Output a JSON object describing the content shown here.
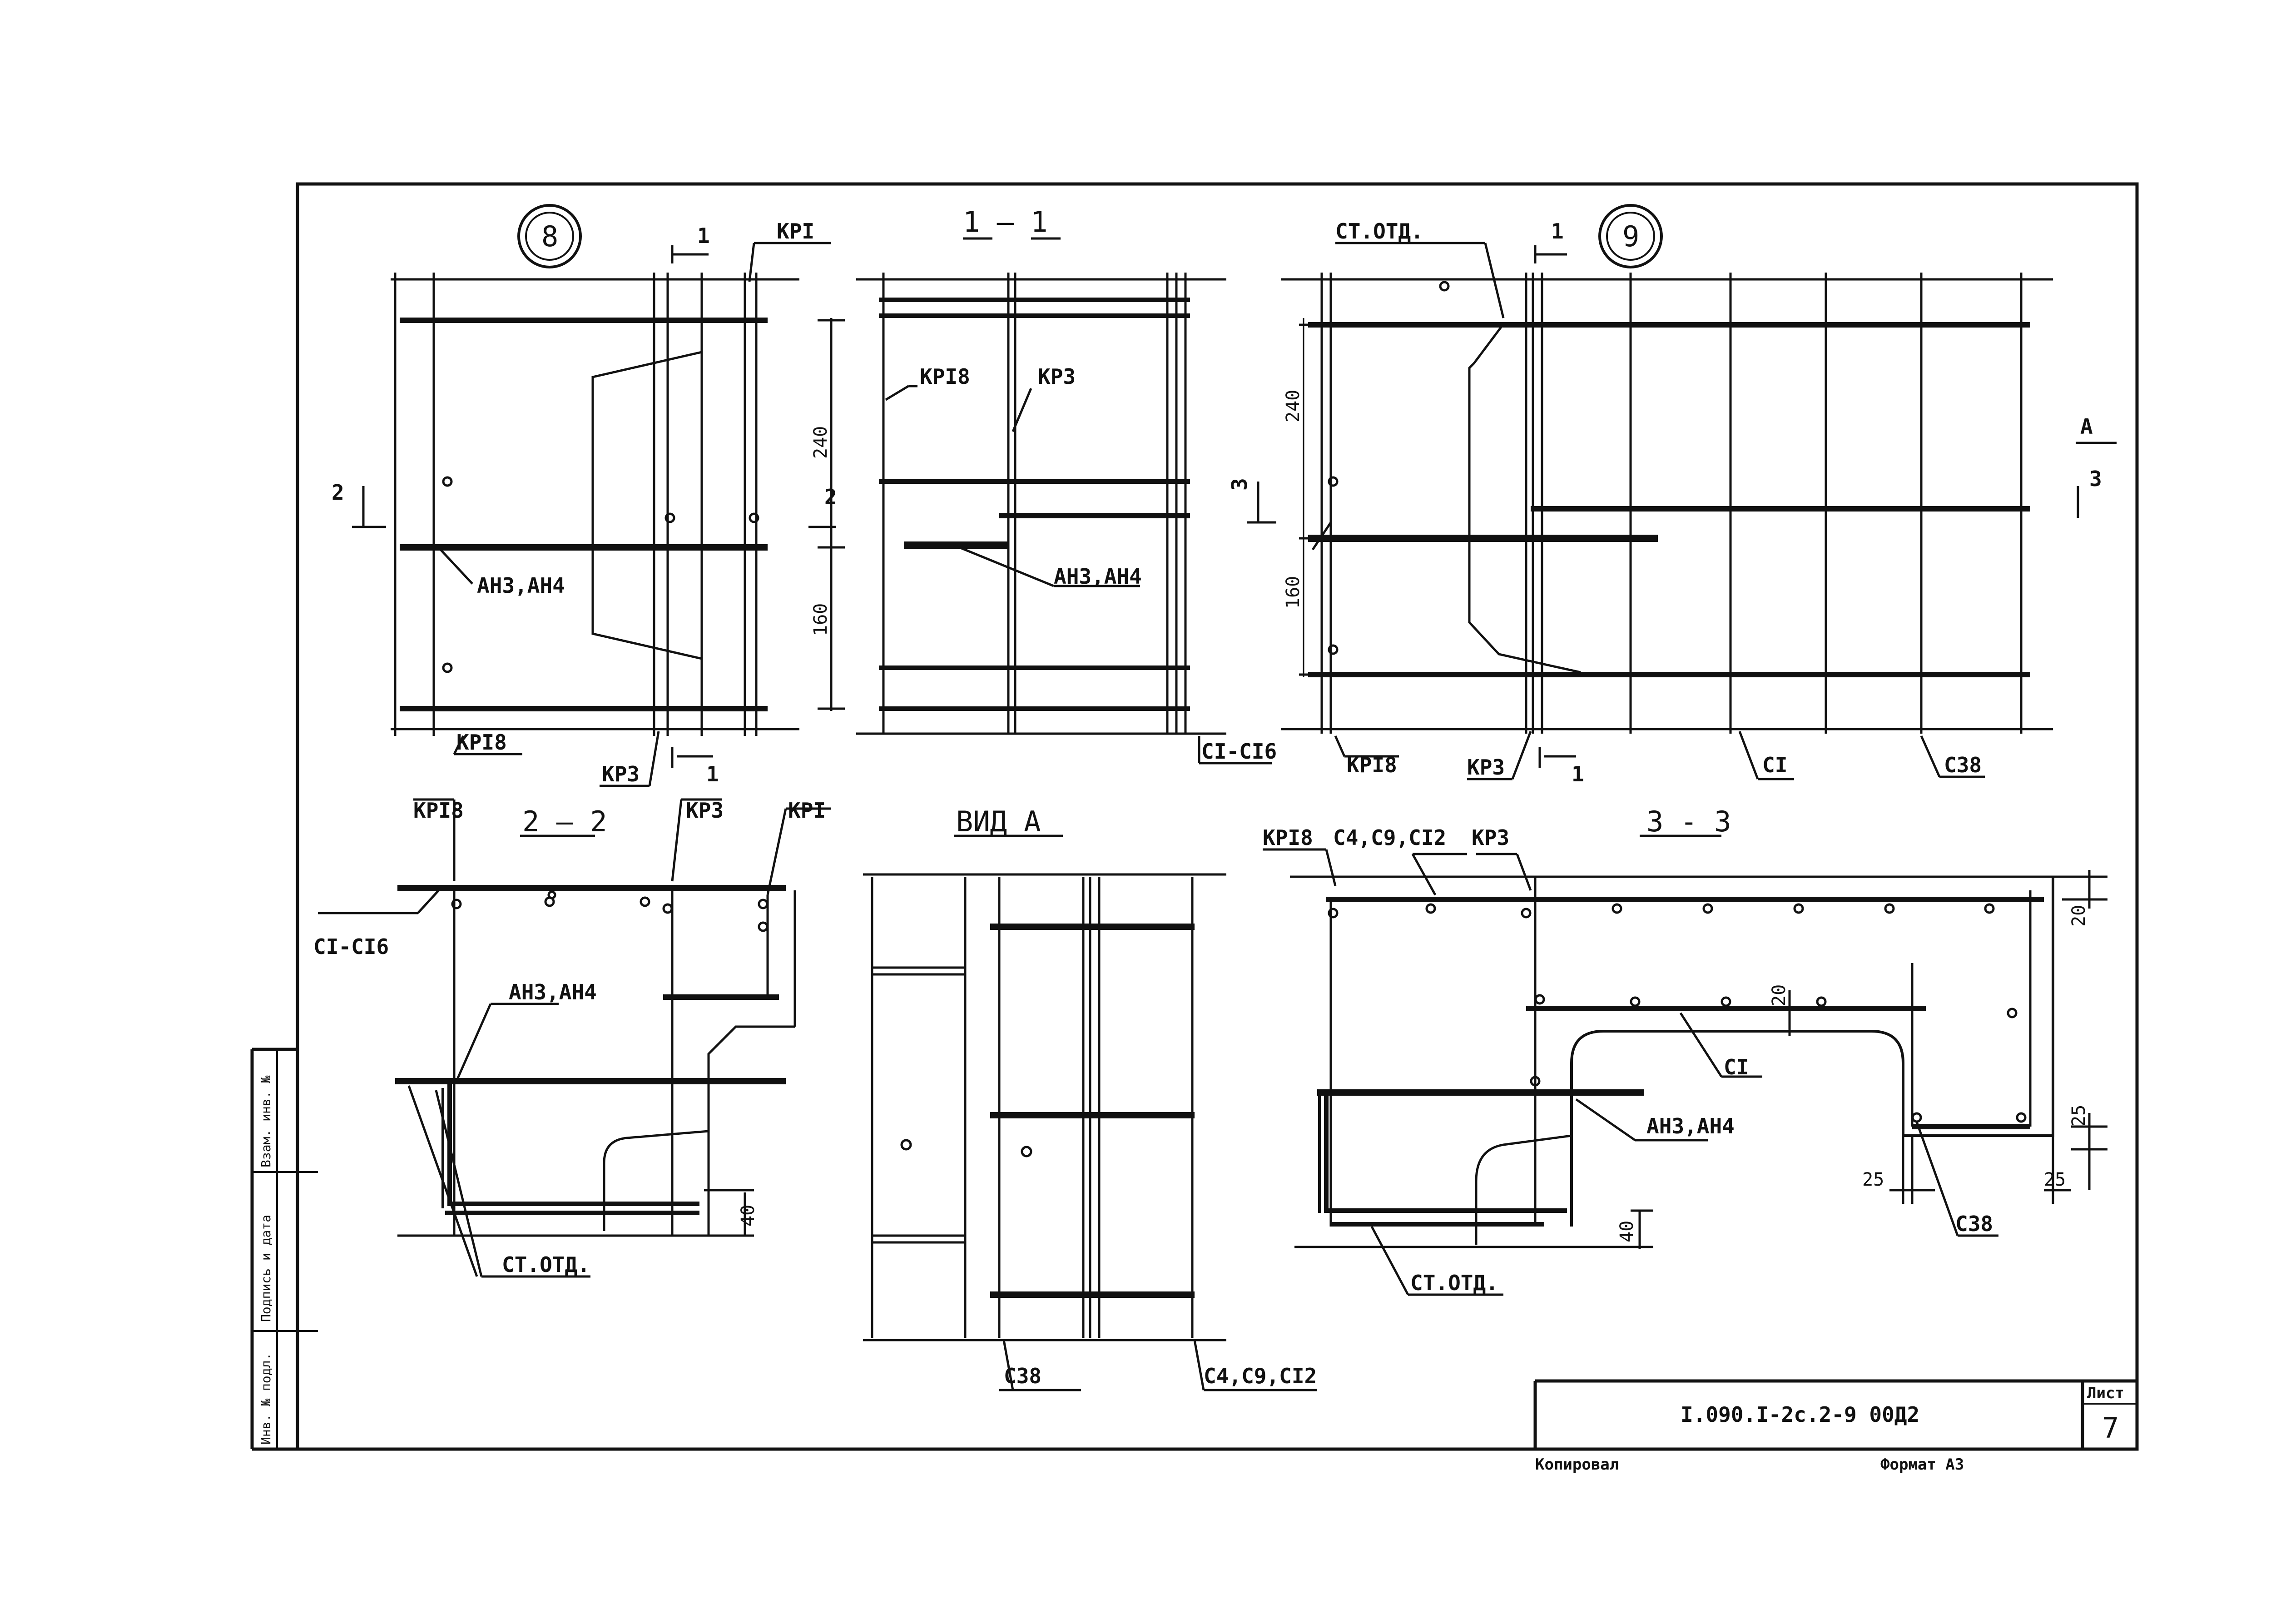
{
  "colors": {
    "ink": "#111111",
    "paper": "#ffffff"
  },
  "node8": {
    "circle": "8",
    "cut_label": "1",
    "kr1": "КРI",
    "kr18": "КРI8",
    "kr3": "КР3",
    "ah": "АН3,АН4",
    "sec2": "2",
    "dim240": "240",
    "dim160": "160"
  },
  "sec11": {
    "title": "1 — 1",
    "kr18": "КРI8",
    "kr3": "КР3",
    "ah": "АН3,АН4",
    "c": "CI-CI6"
  },
  "node9": {
    "circle": "9",
    "cut_label": "1",
    "st": "СТ.ОТД.",
    "kr18": "КРI8",
    "kr3": "КР3",
    "c1": "CI",
    "c38": "C38",
    "view_a": "А",
    "sec3": "3",
    "dim240": "240",
    "dim160": "160"
  },
  "sec22": {
    "title": "2 — 2",
    "kr18": "КРI8",
    "kr3": "КР3",
    "kr1": "КРI",
    "c": "CI-CI6",
    "ah": "АН3,АН4",
    "st": "СТ.ОТД.",
    "dim40": "40"
  },
  "view_a": {
    "title": "ВИД А",
    "c38": "C38",
    "c4": "C4,C9,CI2"
  },
  "sec33": {
    "title": "3 - 3",
    "kr18": "КРI8",
    "c4": "C4,C9,CI2",
    "kr3": "КР3",
    "c1": "CI",
    "ah": "АН3,АН4",
    "c38": "C38",
    "st": "СТ.ОТД.",
    "dim20a": "20",
    "dim20b": "20",
    "dim25a": "25",
    "dim25b": "25",
    "dim25c": "25",
    "dim40": "40"
  },
  "stamp": {
    "code": "I.090.I-2c.2-9 00Д2",
    "sheet_label": "Лист",
    "sheet_no": "7"
  },
  "side_stamp": {
    "inv_podl": "Инв. № подл.",
    "podpis": "Подпись и дата",
    "vzam": "Взам. инв. №"
  },
  "footer": {
    "copied": "Копировал",
    "format": "Формат А3"
  }
}
